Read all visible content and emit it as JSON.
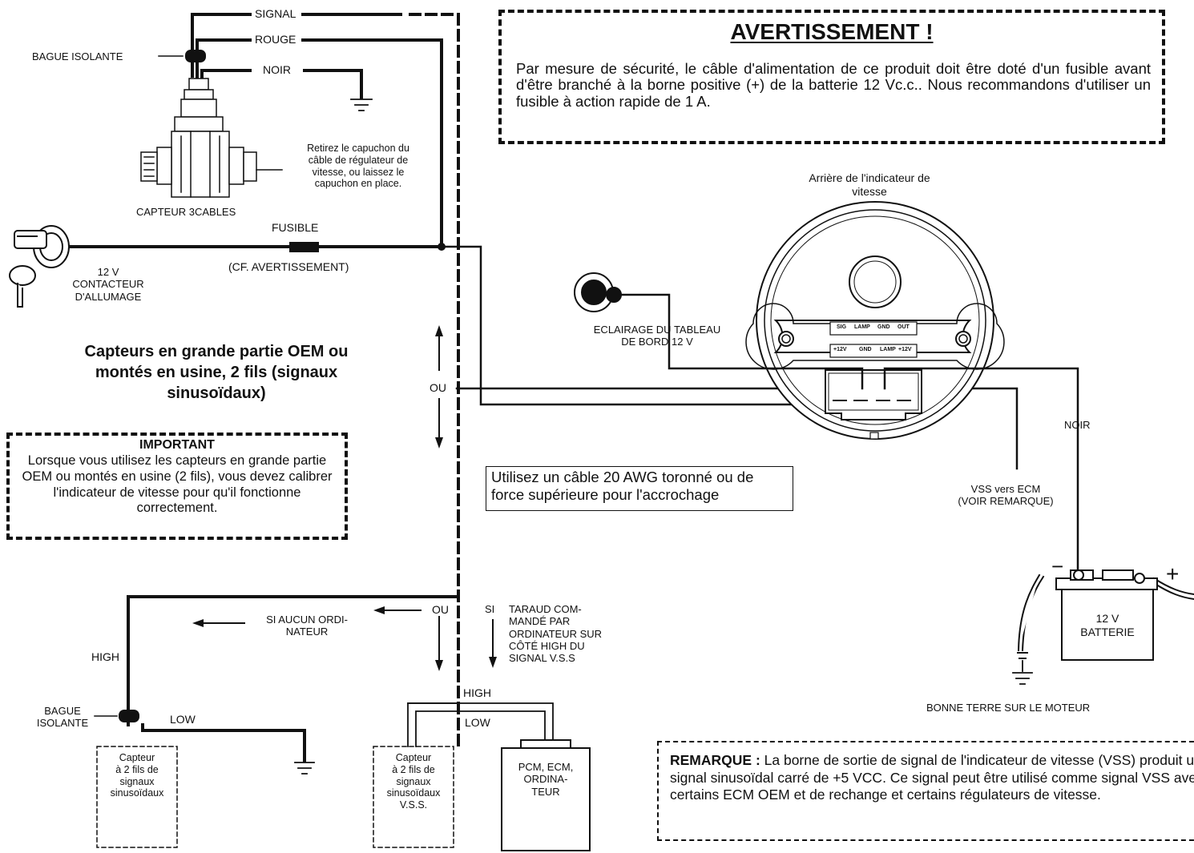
{
  "warning": {
    "title": "AVERTISSEMENT !",
    "text": "Par mesure de sécurité, le câble d'alimentation de ce produit doit être doté d'un fusible avant d'être branché à la borne positive (+) de la batterie 12 Vc.c.. Nous recommandons d'utiliser un fusible à action rapide de 1 A."
  },
  "sensor3": {
    "signal": "SIGNAL",
    "red": "ROUGE",
    "black": "NOIR",
    "grommet": "BAGUE ISOLANTE",
    "name": "CAPTEUR 3CABLES",
    "note_lines": [
      "Retirez le capuchon du",
      "câble de régulateur de",
      "vitesse, ou laissez le",
      "capuchon en place."
    ]
  },
  "power": {
    "fuse": "FUSIBLE",
    "fuse_note": "(CF. AVERTISSEMENT)",
    "ignition_lines": [
      "12 V",
      "CONTACTEUR",
      "D'ALLUMAGE"
    ]
  },
  "oem_title": "Capteurs en grande partie OEM ou montés en usine, 2 fils (signaux sinusoïdaux)",
  "important": {
    "title": "IMPORTANT",
    "text": "Lorsque vous utilisez les capteurs en grande partie OEM ou montés en usine (2 fils), vous devez calibrer l'indicateur de vitesse pour qu'il fonctionne correctement."
  },
  "or_label": "OU",
  "wire_note": "Utilisez un câble 20 AWG toronné ou de force supérieure pour l'accrochage",
  "gauge": {
    "caption_lines": [
      "Arrière de l'indicateur de",
      "vitesse"
    ],
    "top_pins": [
      "SIG",
      "LAMP",
      "GND",
      "OUT"
    ],
    "bottom_pins": [
      "+12V",
      "GND",
      "LAMP",
      "+12V"
    ],
    "lamp_lines": [
      "ECLAIRAGE DU TABLEAU",
      "DE BORD 12 V"
    ],
    "black": "NOIR",
    "vss_lines": [
      "VSS vers ECM",
      "(VOIR REMARQUE)"
    ]
  },
  "battery": {
    "minus": "−",
    "plus": "+",
    "lines": [
      "12 V",
      "BATTERIE"
    ],
    "ground": "BONNE TERRE SUR LE MOTEUR"
  },
  "lower": {
    "no_computer_lines": [
      "SI AUCUN ORDI-",
      "NATEUR"
    ],
    "si": "SI",
    "computer_lines": [
      "TARAUD COM-",
      "MANDÉ PAR",
      "ORDINATEUR SUR",
      "CÔTÉ HIGH DU",
      "SIGNAL V.S.S"
    ],
    "high": "HIGH",
    "low": "LOW",
    "grommet_lines": [
      "BAGUE",
      "ISOLANTE"
    ],
    "sensor_a_lines": [
      "Capteur",
      "à 2 fils de",
      "signaux",
      "sinusoïdaux"
    ],
    "sensor_b_lines": [
      "Capteur",
      "à 2 fils de",
      "signaux",
      "sinusoïdaux",
      "V.S.S."
    ],
    "pcm_lines": [
      "PCM, ECM,",
      "ORDINA-",
      "TEUR"
    ]
  },
  "note": {
    "label": "REMARQUE :",
    "text": " La borne de sortie de signal de l'indicateur de vitesse (VSS) produit un signal sinusoïdal carré de +5 VCC. Ce signal peut être utilisé comme signal VSS avec certains ECM OEM et de rechange et certains régulateurs de vitesse."
  }
}
